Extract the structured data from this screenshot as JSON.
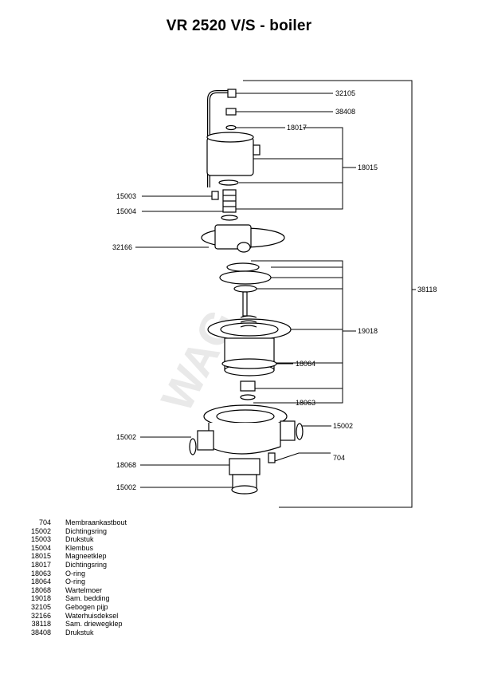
{
  "title": "VR 2520 V/S - boiler",
  "watermark": "WAG",
  "callouts": {
    "c32105": "32105",
    "c38408": "38408",
    "c18017": "18017",
    "c18015": "18015",
    "c15003": "15003",
    "c15004": "15004",
    "c32166": "32166",
    "c38118": "38118",
    "c19018": "19018",
    "c18064": "18064",
    "c18063": "18063",
    "c15002r": "15002",
    "c15002l": "15002",
    "c18068": "18068",
    "c704": "704",
    "c15002b": "15002"
  },
  "legend": [
    {
      "num": "704",
      "desc": "Membraankastbout"
    },
    {
      "num": "15002",
      "desc": "Dichtingsring"
    },
    {
      "num": "15003",
      "desc": "Drukstuk"
    },
    {
      "num": "15004",
      "desc": "Klembus"
    },
    {
      "num": "18015",
      "desc": "Magneetklep"
    },
    {
      "num": "18017",
      "desc": "Dichtingsring"
    },
    {
      "num": "18063",
      "desc": "O-ring"
    },
    {
      "num": "18064",
      "desc": "O-ring"
    },
    {
      "num": "18068",
      "desc": "Wartelmoer"
    },
    {
      "num": "19018",
      "desc": "Sam. bedding"
    },
    {
      "num": "32105",
      "desc": "Gebogen pijp"
    },
    {
      "num": "32166",
      "desc": "Waterhuisdeksel"
    },
    {
      "num": "38118",
      "desc": "Sam. driewegklep"
    },
    {
      "num": "38408",
      "desc": "Drukstuk"
    }
  ]
}
